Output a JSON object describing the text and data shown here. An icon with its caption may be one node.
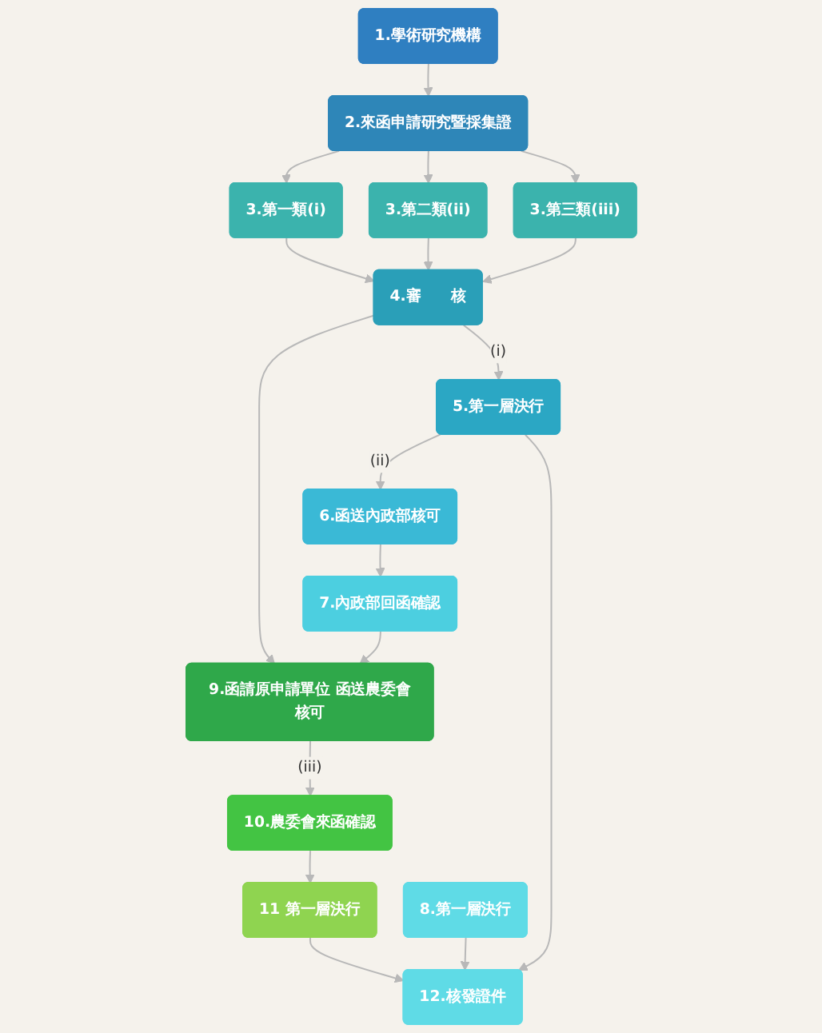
{
  "diagram": {
    "nodes": [
      {
        "text": [
          "1.學術研究機構"
        ]
      },
      {
        "text": [
          "2.來函申請研究暨採集證"
        ]
      },
      {
        "text": [
          "3.第一類(i)"
        ]
      },
      {
        "text": [
          "3.第二類(ii)"
        ]
      },
      {
        "text": [
          "3.第三類(iii)"
        ]
      },
      {
        "text": [
          "4.審　　核"
        ]
      },
      {
        "text": [
          "9.函請原申請單位 函送農委會核可"
        ]
      },
      {
        "text": [
          "5.第一層決行"
        ]
      },
      {
        "text": [
          "6.函送內政部核可"
        ]
      },
      {
        "text": [
          "7.內政部回函確認"
        ]
      },
      {
        "text": [
          "10.農委會來函確認"
        ]
      },
      {
        "text": [
          "11 第一層決行"
        ]
      },
      {
        "text": [
          "8.第一層決行"
        ]
      },
      {
        "text": [
          "12.核發證件"
        ]
      }
    ],
    "edges": [
      {
        "from": 0,
        "to": 1,
        "arrow": "to"
      },
      {
        "from": 1,
        "to": 2,
        "arrow": "to"
      },
      {
        "from": 1,
        "to": 3,
        "arrow": "to"
      },
      {
        "from": 1,
        "to": 4,
        "arrow": "to"
      },
      {
        "from": 2,
        "to": 5,
        "arrow": "to"
      },
      {
        "from": 3,
        "to": 5,
        "arrow": "to"
      },
      {
        "from": 4,
        "to": 5,
        "arrow": "to"
      },
      {
        "from": 5,
        "to": 6,
        "arrow": "to"
      },
      {
        "from": 5,
        "to": 7,
        "arrow": "to",
        "label": "(i)"
      },
      {
        "from": 7,
        "to": 8,
        "arrow": "to",
        "label": "(ii)"
      },
      {
        "from": 8,
        "to": 9,
        "arrow": "to"
      },
      {
        "from": 9,
        "to": 6,
        "arrow": "to"
      },
      {
        "from": 6,
        "to": 10,
        "arrow": "to",
        "label": "(iii)"
      },
      {
        "from": 10,
        "to": 11,
        "arrow": "to"
      },
      {
        "from": 7,
        "to": 13,
        "arrow": "to"
      },
      {
        "from": 12,
        "to": 13,
        "arrow": "to"
      },
      {
        "from": 11,
        "to": 13,
        "arrow": "to"
      }
    ]
  }
}
